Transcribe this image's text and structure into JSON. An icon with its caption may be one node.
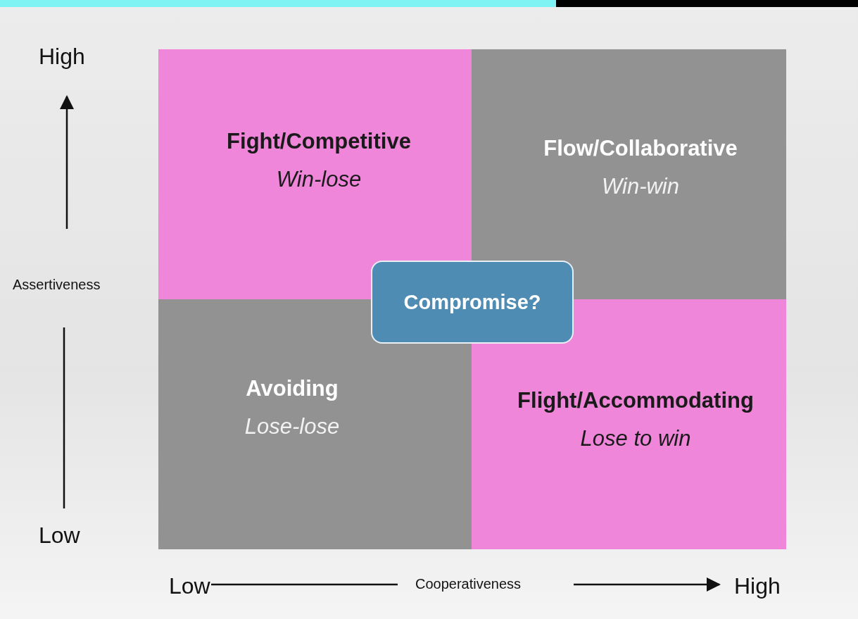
{
  "diagram": {
    "nodes": [
      {
        "text": [
          "Fight/Competitive",
          "Win-lose"
        ]
      },
      {
        "text": [
          "Flow/Collaborative",
          "Win-win"
        ]
      },
      {
        "text": [
          "Avoiding",
          "Lose-lose"
        ]
      },
      {
        "text": [
          "Flight/Accommodating",
          "Lose to win"
        ]
      },
      {
        "text": [
          "Compromise?"
        ]
      }
    ],
    "labels": [
      "High",
      "Assertiveness",
      "Low",
      "Low",
      "Cooperativeness",
      "High"
    ]
  }
}
